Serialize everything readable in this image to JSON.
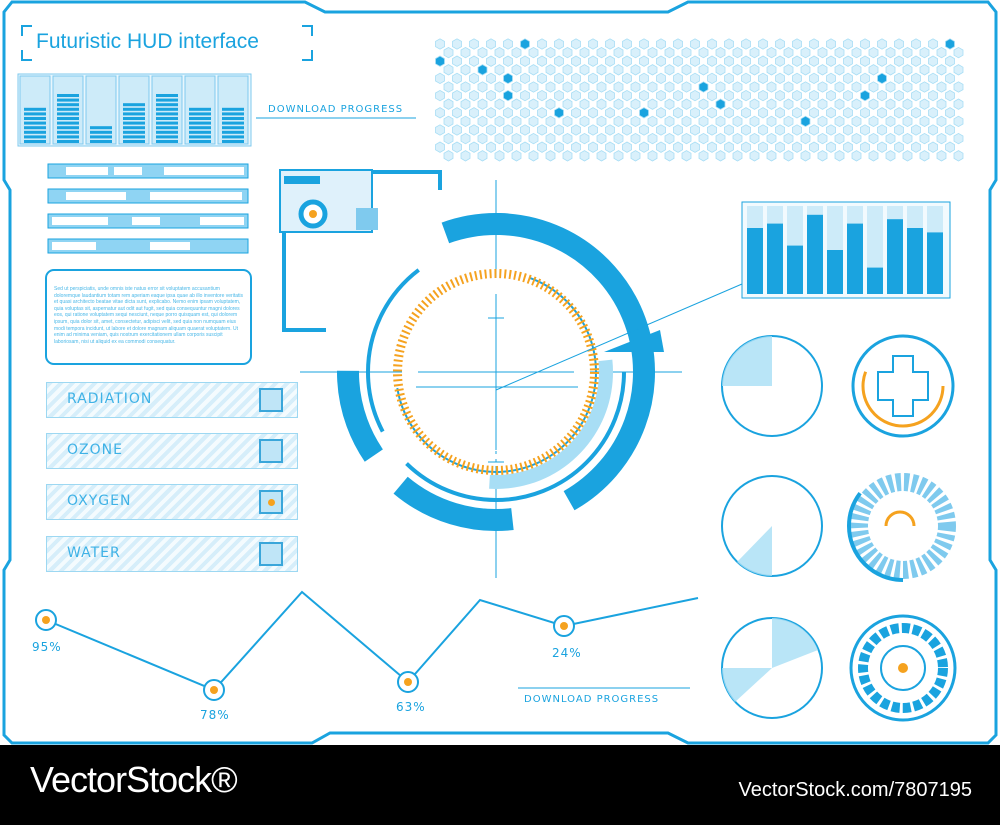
{
  "header": {
    "title": "Futuristic HUD interface"
  },
  "labels": {
    "download_top": "DOWNLOAD PROGRESS",
    "download_bottom": "DOWNLOAD PROGRESS"
  },
  "paragraph": "Sed ut perspiciatis, unde omnis iste natus error sit voluptatem accusantium doloremque laudantium totam rem aperiam eaque ipsa quae ab illo inventore veritatis et quasi architecto beatae vitae dicta sunt, explicabo. Nemo enim ipsam voluptatem, quia voluptas sit, aspernatur aut odit aut fugit, sed quia consequuntur magni dolores eos, qui ratione voluptatem sequi nesciunt, neque porro quisquam est, qui dolorem ipsum, quia dolor sit, amet, consectetur, adipisci velit, sed quia non numquam eius modi tempora incidunt, ut labore et dolore magnam aliquam quaerat voluptatem. Ut enim ad minima veniam, quis nostrum exercitationem ullam corporis suscipit laboriosam, nisi ut aliquid ex ea commodi consequatur.",
  "status": [
    {
      "label": "RADIATION",
      "active": false
    },
    {
      "label": "OZONE",
      "active": false
    },
    {
      "label": "OXYGEN",
      "active": true
    },
    {
      "label": "WATER",
      "active": false
    }
  ],
  "line_points": [
    {
      "label": "95%"
    },
    {
      "label": "78%"
    },
    {
      "label": "63%"
    },
    {
      "label": "24%"
    }
  ],
  "eq_levels": [
    0.55,
    0.8,
    0.25,
    0.65,
    0.75,
    0.55,
    0.6
  ],
  "bar_chart": [
    0.75,
    0.8,
    0.55,
    0.9,
    0.5,
    0.8,
    0.3,
    0.85,
    0.75,
    0.7
  ],
  "colors": {
    "accent": "#1aa3df",
    "light": "#a8def5",
    "orange": "#f5a21f"
  },
  "footer": {
    "brand": "VectorStock®",
    "id": "VectorStock.com/7807195"
  }
}
